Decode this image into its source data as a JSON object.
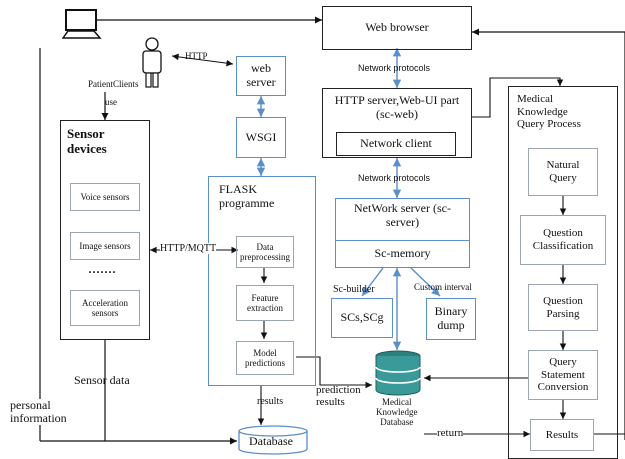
{
  "nodes": {
    "web_browser": "Web browser",
    "network_protocols_top": "Network protocols",
    "http_server": "HTTP server,Web-UI part\n(sc-web)",
    "network_client": "Network client",
    "network_protocols_mid": "Network protocols",
    "network_server": "NetWork server (sc-\nserver)",
    "sc_memory": "Sc-memory",
    "sc_builder": "Sc-builder",
    "custom_interval": "Custom interval",
    "scs_scg": "SCs,SCg",
    "binary_dump": "Binary\ndump",
    "web_server": "web\nserver",
    "wsgi": "WSGI",
    "flask_title": "FLASK\nprogramme",
    "data_preprocessing": "Data\npreprocessing",
    "feature_extraction": "Feature\nextraction",
    "model_predictions": "Model\npredictions",
    "results_small": "results",
    "database": "Database",
    "sensor_title": "Sensor\ndevices",
    "voice_sensors": "Voice sensors",
    "image_sensors": "Image sensors",
    "dots": "·······",
    "acceleration_sensors": "Acceleration\nsensors",
    "sensor_data": "Sensor data",
    "personal_information": "personal\ninformation",
    "patient_clients": "PatientClients",
    "use": "use",
    "http": "HTTP",
    "http_mqtt": "HTTP/MQTT",
    "prediction_results": "prediction\nresults",
    "medical_kb": "Medical\nKnowledge\nDatabase",
    "return": "return",
    "mkqp_title": "Medical\nKnowledge\nQuery Process",
    "natural_query": "Natural\nQuery",
    "question_classification": "Question\nClassification",
    "question_parsing": "Question\nParsing",
    "query_statement": "Query\nStatement\nConversion",
    "results": "Results"
  },
  "colors": {
    "blue": "#5b8fc9",
    "black": "#222222",
    "gray": "#9aa6b2",
    "cylinder": "#3a9a9a"
  }
}
